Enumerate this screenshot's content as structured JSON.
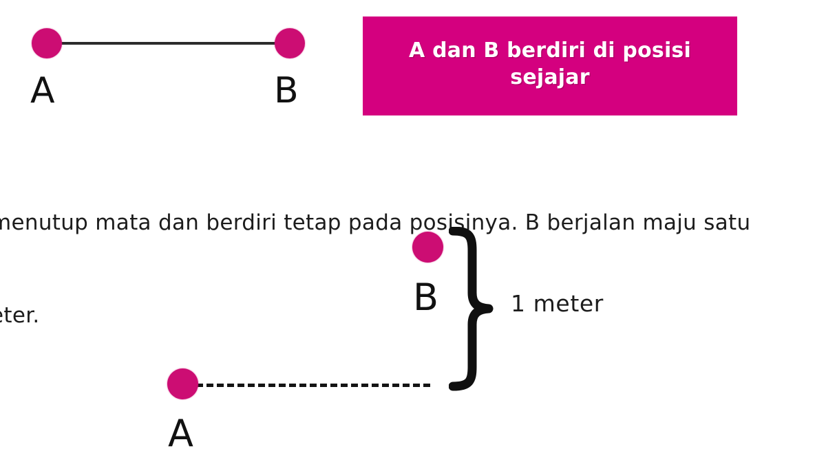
{
  "page": {
    "background_color": "#ffffff",
    "accent_color": "#cc0d73",
    "banner_color": "#d4007f",
    "line_color": "#2b2b2b"
  },
  "top_diagram": {
    "point_a_label": "A",
    "point_b_label": "B",
    "connector_style": "solid"
  },
  "callout": {
    "text": "A dan B berdiri di posisi sejajar",
    "background_color": "#d4007f",
    "text_color": "#ffffff"
  },
  "paragraph": {
    "line1": "menutup mata dan berdiri tetap pada posisinya. B berjalan maju satu",
    "line2": "eter."
  },
  "bottom_diagram": {
    "point_b_label": "B",
    "point_a_label": "A",
    "measure_label": "1 meter",
    "connector_style": "dashed",
    "brace_icon": "curly-brace-right"
  }
}
